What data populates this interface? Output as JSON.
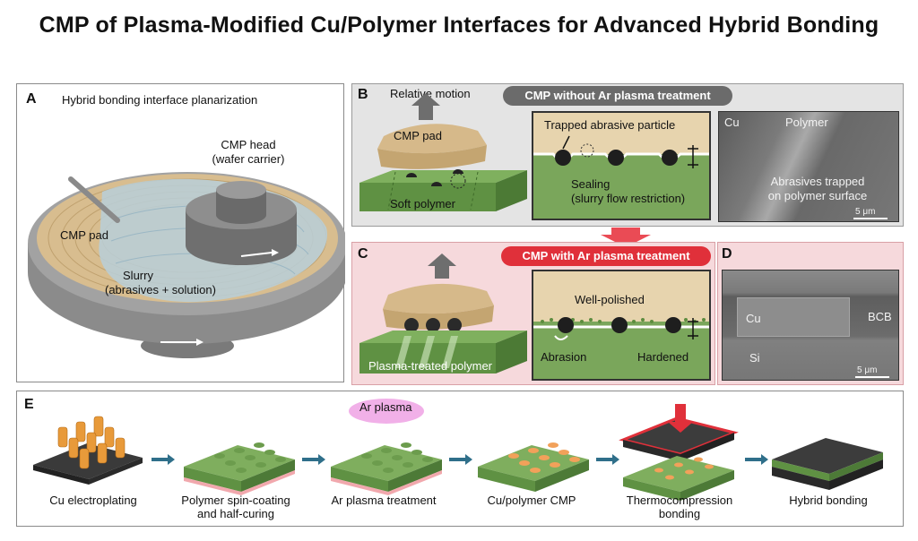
{
  "title": "CMP of Plasma-Modified Cu/Polymer Interfaces for Advanced Hybrid Bonding",
  "panel_a": {
    "label": "A",
    "heading": "Hybrid bonding interface planarization",
    "head_label_1": "CMP head",
    "head_label_2": "(wafer carrier)",
    "pad_label": "CMP pad",
    "slurry_1": "Slurry",
    "slurry_2": "(abrasives + solution)"
  },
  "panel_b": {
    "label": "B",
    "motion": "Relative motion",
    "banner": "CMP without Ar plasma treatment",
    "pad": "CMP pad",
    "polymer": "Soft polymer",
    "trapped": "Trapped abrasive particle",
    "sealing_1": "Sealing",
    "sealing_2": "(slurry flow restriction)",
    "sem_cu": "Cu",
    "sem_polymer": "Polymer",
    "sem_note_1": "Abrasives trapped",
    "sem_note_2": "on polymer surface",
    "scale": "5 μm"
  },
  "panel_c": {
    "label": "C",
    "banner": "CMP with Ar plasma treatment",
    "polymer": "Plasma-treated polymer",
    "well": "Well-polished",
    "abrasion": "Abrasion",
    "hardened": "Hardened"
  },
  "panel_d": {
    "label": "D",
    "cu": "Cu",
    "bcb": "BCB",
    "si": "Si",
    "scale": "5 μm"
  },
  "panel_e": {
    "label": "E",
    "ar_plasma": "Ar plasma",
    "steps": [
      {
        "line1": "Cu electroplating",
        "line2": ""
      },
      {
        "line1": "Polymer spin-coating",
        "line2": "and half-curing"
      },
      {
        "line1": "Ar plasma treatment",
        "line2": ""
      },
      {
        "line1": "Cu/polymer CMP",
        "line2": ""
      },
      {
        "line1": "Thermocompression",
        "line2": "bonding"
      },
      {
        "line1": "Hybrid bonding",
        "line2": ""
      }
    ]
  },
  "colors": {
    "polymer_green": "#6a9e4f",
    "pad_tan": "#d6b98a",
    "banner_gray": "#6b6b6b",
    "banner_red": "#e0303a",
    "arrow_teal": "#2f6f8a",
    "plasma_pink": "#e98ad8"
  }
}
